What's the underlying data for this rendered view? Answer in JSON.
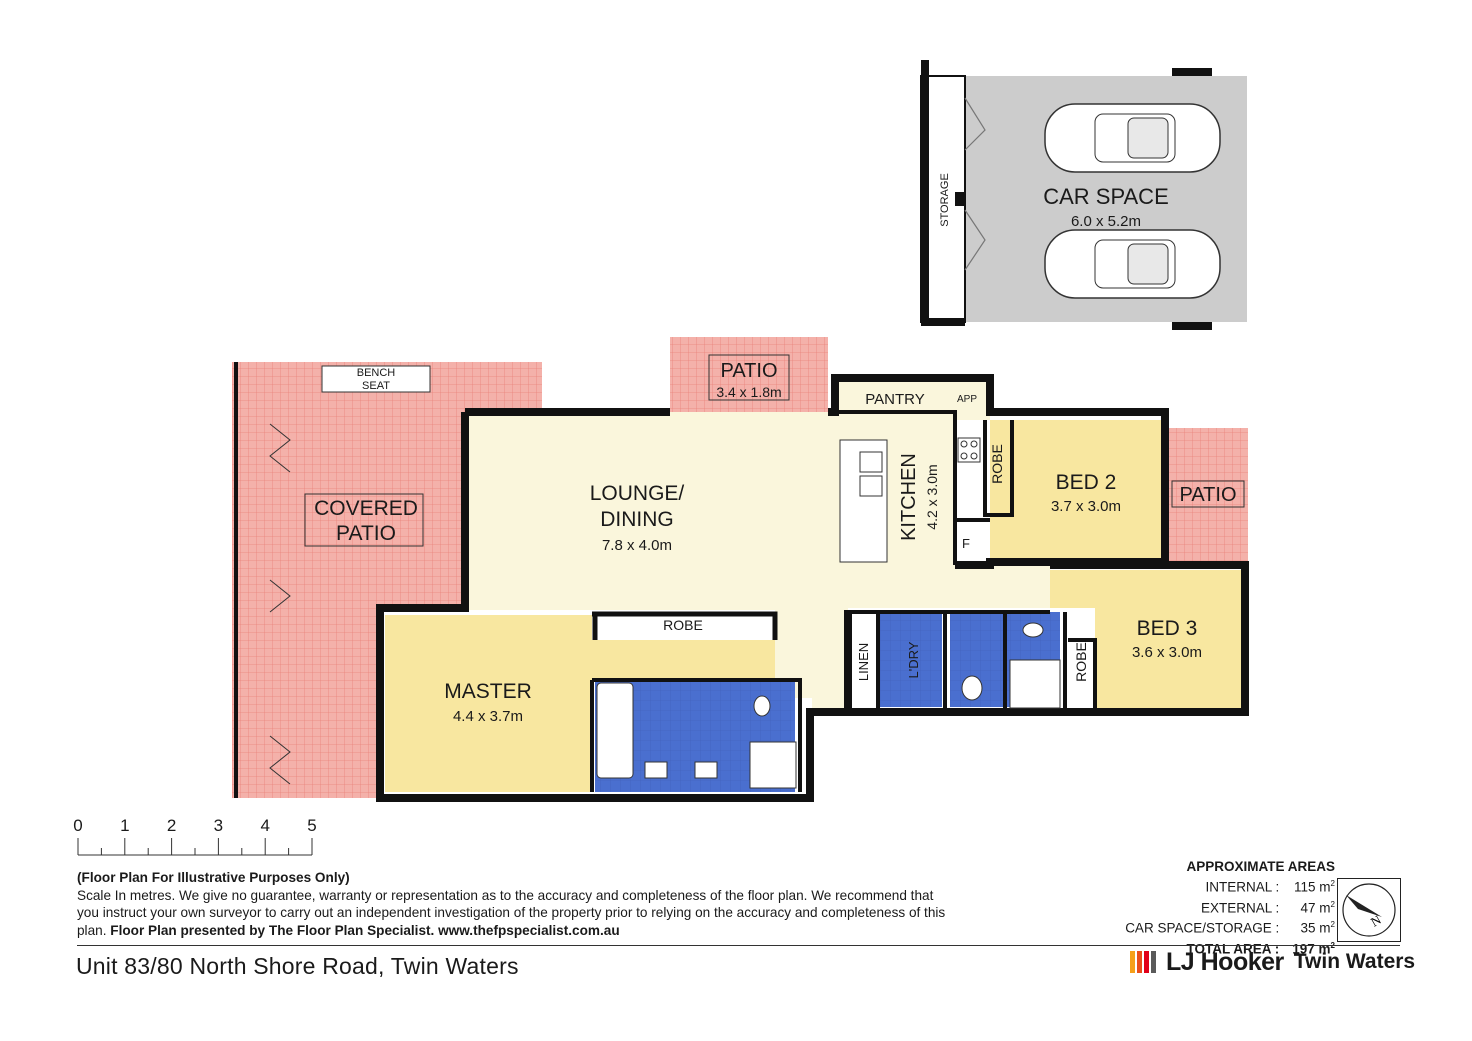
{
  "rooms": {
    "covered_patio": {
      "name_line1": "COVERED",
      "name_line2": "PATIO"
    },
    "bench_seat": {
      "line1": "BENCH",
      "line2": "SEAT"
    },
    "patio_top": {
      "name": "PATIO",
      "dims": "3.4 x 1.8m"
    },
    "lounge_dining": {
      "name_line1": "LOUNGE/",
      "name_line2": "DINING",
      "dims": "7.8 x 4.0m"
    },
    "pantry": {
      "name": "PANTRY"
    },
    "app": {
      "name": "APP"
    },
    "kitchen": {
      "name": "KITCHEN",
      "dims": "4.2 x 3.0m"
    },
    "fridge": {
      "name": "F"
    },
    "robe_bed2": {
      "name": "ROBE"
    },
    "bed2": {
      "name": "BED 2",
      "dims": "3.7 x 3.0m"
    },
    "patio_right": {
      "name": "PATIO"
    },
    "bed3": {
      "name": "BED 3",
      "dims": "3.6 x 3.0m"
    },
    "robe_bed3": {
      "name": "ROBE"
    },
    "master": {
      "name": "MASTER",
      "dims": "4.4 x 3.7m"
    },
    "robe_master": {
      "name": "ROBE"
    },
    "linen": {
      "name": "LINEN"
    },
    "laundry": {
      "name": "L'DRY"
    },
    "car_space": {
      "name": "CAR SPACE",
      "dims": "6.0 x 5.2m"
    },
    "storage": {
      "name": "STORAGE"
    }
  },
  "scale_bar": {
    "ticks": [
      "0",
      "1",
      "2",
      "3",
      "4",
      "5"
    ]
  },
  "disclaimer": {
    "heading": "(Floor Plan For Illustrative Purposes Only)",
    "body": "Scale In metres. We give no guarantee, warranty or representation as to the accuracy and completeness of the floor plan. We recommend that you instruct your own surveyor to carry out an independent investigation of the property prior to relying on the accuracy and completeness of this plan.",
    "credit": "Floor Plan presented by The Floor Plan Specialist. www.thefpspecialist.com.au"
  },
  "areas": {
    "heading": "APPROXIMATE AREAS",
    "rows": [
      {
        "label": "INTERNAL :",
        "value": "115 m",
        "unit_sup": "2"
      },
      {
        "label": "EXTERNAL :",
        "value": "47 m",
        "unit_sup": "2"
      },
      {
        "label": "CAR SPACE/STORAGE :",
        "value": "35 m",
        "unit_sup": "2"
      },
      {
        "label": "TOTAL AREA :",
        "value": "197 m",
        "unit_sup": "2"
      }
    ]
  },
  "address": "Unit 83/80 North Shore Road, Twin Waters",
  "brand": {
    "name": "LJ Hooker",
    "office": "Twin Waters",
    "bar_colors": [
      "#f6a01a",
      "#e94e1b",
      "#e2001a",
      "#5a5a5a"
    ]
  },
  "compass": {
    "label": "N"
  },
  "colors": {
    "patio": "#f4b1aa",
    "patio_grid": "#e9837b",
    "living": "#faf6dc",
    "bedroom": "#f8e7a0",
    "bathroom": "#4a6fcf",
    "garage": "#cccccc",
    "wall": "#111111"
  }
}
